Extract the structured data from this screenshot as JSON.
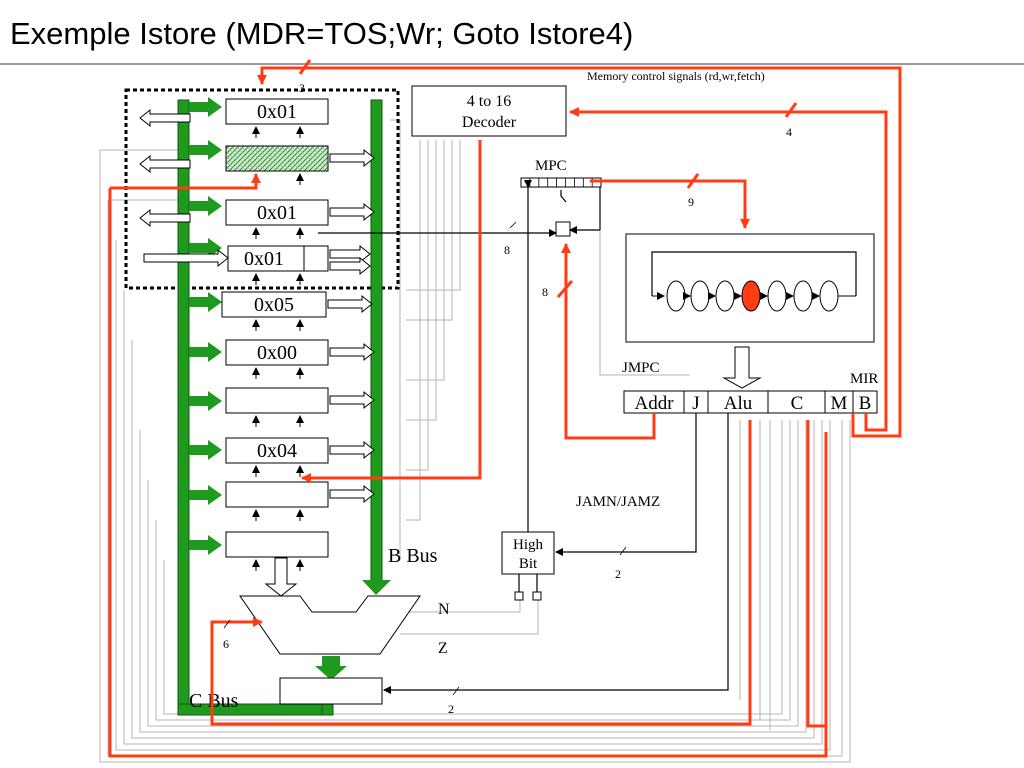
{
  "slide": {
    "title": "Exemple Istore (MDR=TOS;Wr; Goto Istore4)"
  },
  "registers": [
    {
      "value": "0x01"
    },
    {
      "value": ""
    },
    {
      "value": "0x01"
    },
    {
      "value": "0x01"
    },
    {
      "value": "0x05"
    },
    {
      "value": "0x00"
    },
    {
      "value": ""
    },
    {
      "value": "0x04"
    },
    {
      "value": ""
    },
    {
      "value": ""
    }
  ],
  "decoder": {
    "line1": "4 to 16",
    "line2": "Decoder"
  },
  "labels": {
    "memory_signals": "Memory control signals (rd,wr,fetch)",
    "mpc": "MPC",
    "jmpc": "JMPC",
    "mir": "MIR",
    "jamn_jamz": "JAMN/JAMZ",
    "high_bit_1": "High",
    "high_bit_2": "Bit",
    "b_bus": "B Bus",
    "c_bus": "C Bus",
    "n": "N",
    "z": "Z"
  },
  "mir_fields": {
    "addr": "Addr",
    "j": "J",
    "alu": "Alu",
    "c": "C",
    "m": "M",
    "b": "B"
  },
  "bus_widths": {
    "top": "3",
    "decoder": "4",
    "mpc_to_store": "9",
    "b_to_mpc": "8",
    "addr_to_mpc": "8",
    "high_bit": "2",
    "alu_ctrl": "6",
    "shifter": "2"
  },
  "colors": {
    "bus_green": "#1f9a1f",
    "control_red": "#ff3c14",
    "wire_gray": "#b4b4b4",
    "hatch_green": "#2e8b2e"
  }
}
